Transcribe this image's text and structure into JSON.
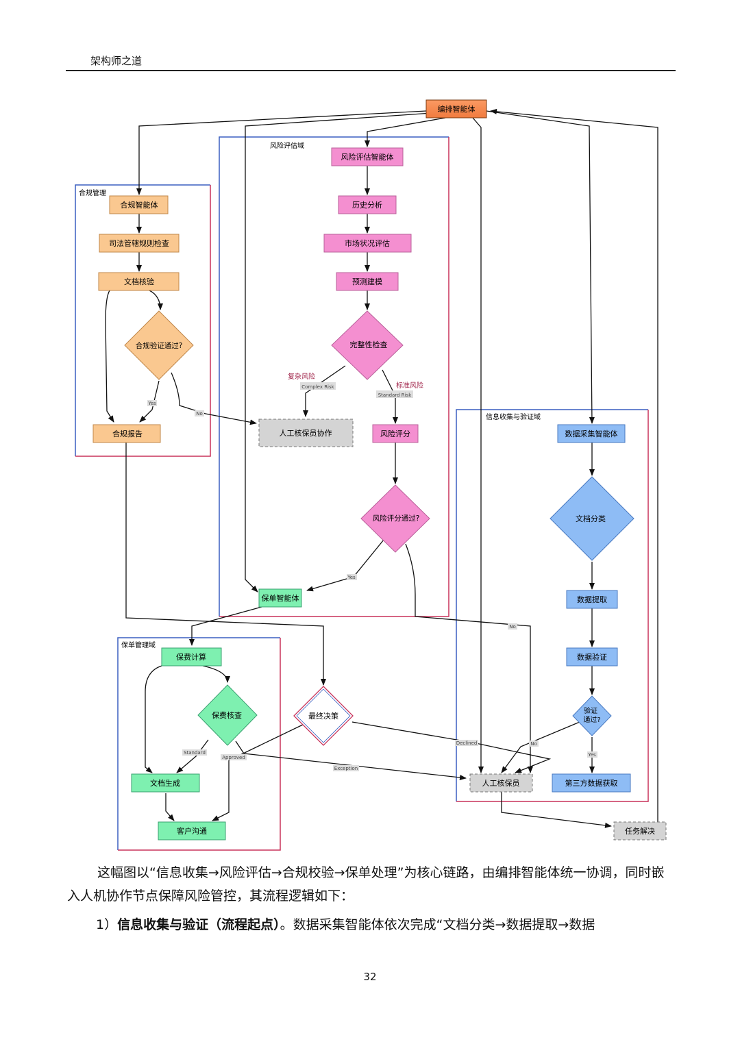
{
  "header": {
    "title": "架构师之道"
  },
  "diagram": {
    "domains": {
      "risk": "风险评估域",
      "compliance": "合规管理",
      "info": "信息收集与验证域",
      "policy": "保单管理域"
    },
    "nodes": {
      "orchestrator": "编排智能体",
      "risk_agent": "风险评估智能体",
      "history": "历史分析",
      "market": "市场状况评估",
      "predict": "预测建模",
      "completeness": "完整性检查",
      "manual_collab": "人工核保员协作",
      "risk_score": "风险评分",
      "risk_pass": "风险评分通过?",
      "policy_agent": "保单智能体",
      "comp_agent": "合规智能体",
      "jurisdiction": "司法管辖规则检查",
      "doc_verify": "文档核验",
      "comp_pass": "合规验证通过?",
      "comp_report": "合规报告",
      "data_agent": "数据采集智能体",
      "doc_classify": "文档分类",
      "extract": "数据提取",
      "validate": "数据验证",
      "verify_pass_1": "验证",
      "verify_pass_2": "通过?",
      "third_party": "第三方数据获取",
      "underwriter": "人工核保员",
      "task_resolve": "任务解决",
      "premium_calc": "保费计算",
      "premium_check": "保费核查",
      "doc_gen": "文档生成",
      "customer": "客户沟通",
      "final_decision": "最终决策"
    },
    "edge_labels": {
      "complex_cn": "复杂风险",
      "complex_en": "Complex Risk",
      "standard_cn": "标准风险",
      "standard_en": "Standard Risk",
      "yes": "Yes",
      "no": "No",
      "standard": "Standard",
      "approved": "Approved",
      "declined": "Declined",
      "exception": "Exception"
    },
    "colors": {
      "orchestrator": "#f5874f",
      "risk": "#f48fd0",
      "compliance": "#fac890",
      "info": "#8ebcf5",
      "policy": "#7ef0b0",
      "manual": "#d4d4d4",
      "border_blue": "#3a5fc0",
      "border_red": "#c8325a"
    }
  },
  "body": {
    "paragraph1": "这幅图以“信息收集→风险评估→合规校验→保单处理”为核心链路，由编排智能体统一协调，同时嵌入人机协作节点保障风险管控，其流程逻辑如下：",
    "p2_prefix": "1）",
    "p2_bold": "信息收集与验证（流程起点）",
    "p2_rest": "。数据采集智能体依次完成“文档分类→数据提取→数据"
  },
  "page_number": "32"
}
